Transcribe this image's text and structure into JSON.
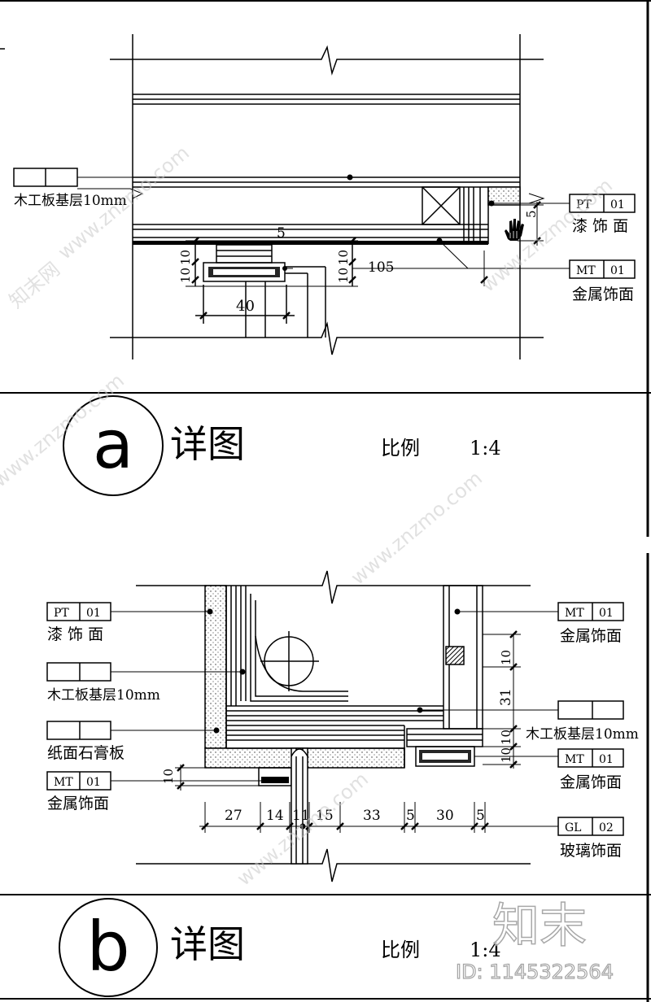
{
  "detail_a": {
    "letter": "a",
    "title": "详图",
    "scale_label": "比例",
    "scale_value": "1:4",
    "labels": {
      "wood_base": "木工板基层10mm",
      "paint_code": "PT",
      "paint_no": "01",
      "paint_name": "漆 饰 面",
      "metal_code": "MT",
      "metal_no": "01",
      "metal_name": "金属饰面"
    },
    "dims": {
      "d5": "5",
      "d10a": "10",
      "d10b": "10",
      "d10c": "10",
      "d10d": "10",
      "d105": "105",
      "d40": "40",
      "d5b": "5"
    }
  },
  "detail_b": {
    "letter": "b",
    "title": "详图",
    "scale_label": "比例",
    "scale_value": "1:4",
    "labels": {
      "paint_code": "PT",
      "paint_no": "01",
      "paint_name": "漆 饰 面",
      "wood_base_left": "木工板基层10mm",
      "gypsum": "纸面石膏板",
      "metal_left_code": "MT",
      "metal_left_no": "01",
      "metal_left_name": "金属饰面",
      "metal_right_top_code": "MT",
      "metal_right_top_no": "01",
      "metal_right_top_name": "金属饰面",
      "wood_base_right": "木工板基层10mm",
      "metal_right_code": "MT",
      "metal_right_no": "01",
      "metal_right_name": "金属饰面",
      "glass_code": "GL",
      "glass_no": "02",
      "glass_name": "玻璃饰面"
    },
    "dims": {
      "d10_top": "10",
      "d31": "31",
      "d10_mid": "10",
      "d10_bot": "10",
      "d10_left": "10",
      "d27": "27",
      "d14": "14",
      "d11": "11",
      "d15": "15",
      "d33": "33",
      "d5a": "5",
      "d30": "30",
      "d5b": "5"
    }
  },
  "watermark": {
    "site": "www.znzmo.com",
    "brand": "知末网",
    "logo_text": "知末",
    "id_text": "ID: 1145322564"
  }
}
